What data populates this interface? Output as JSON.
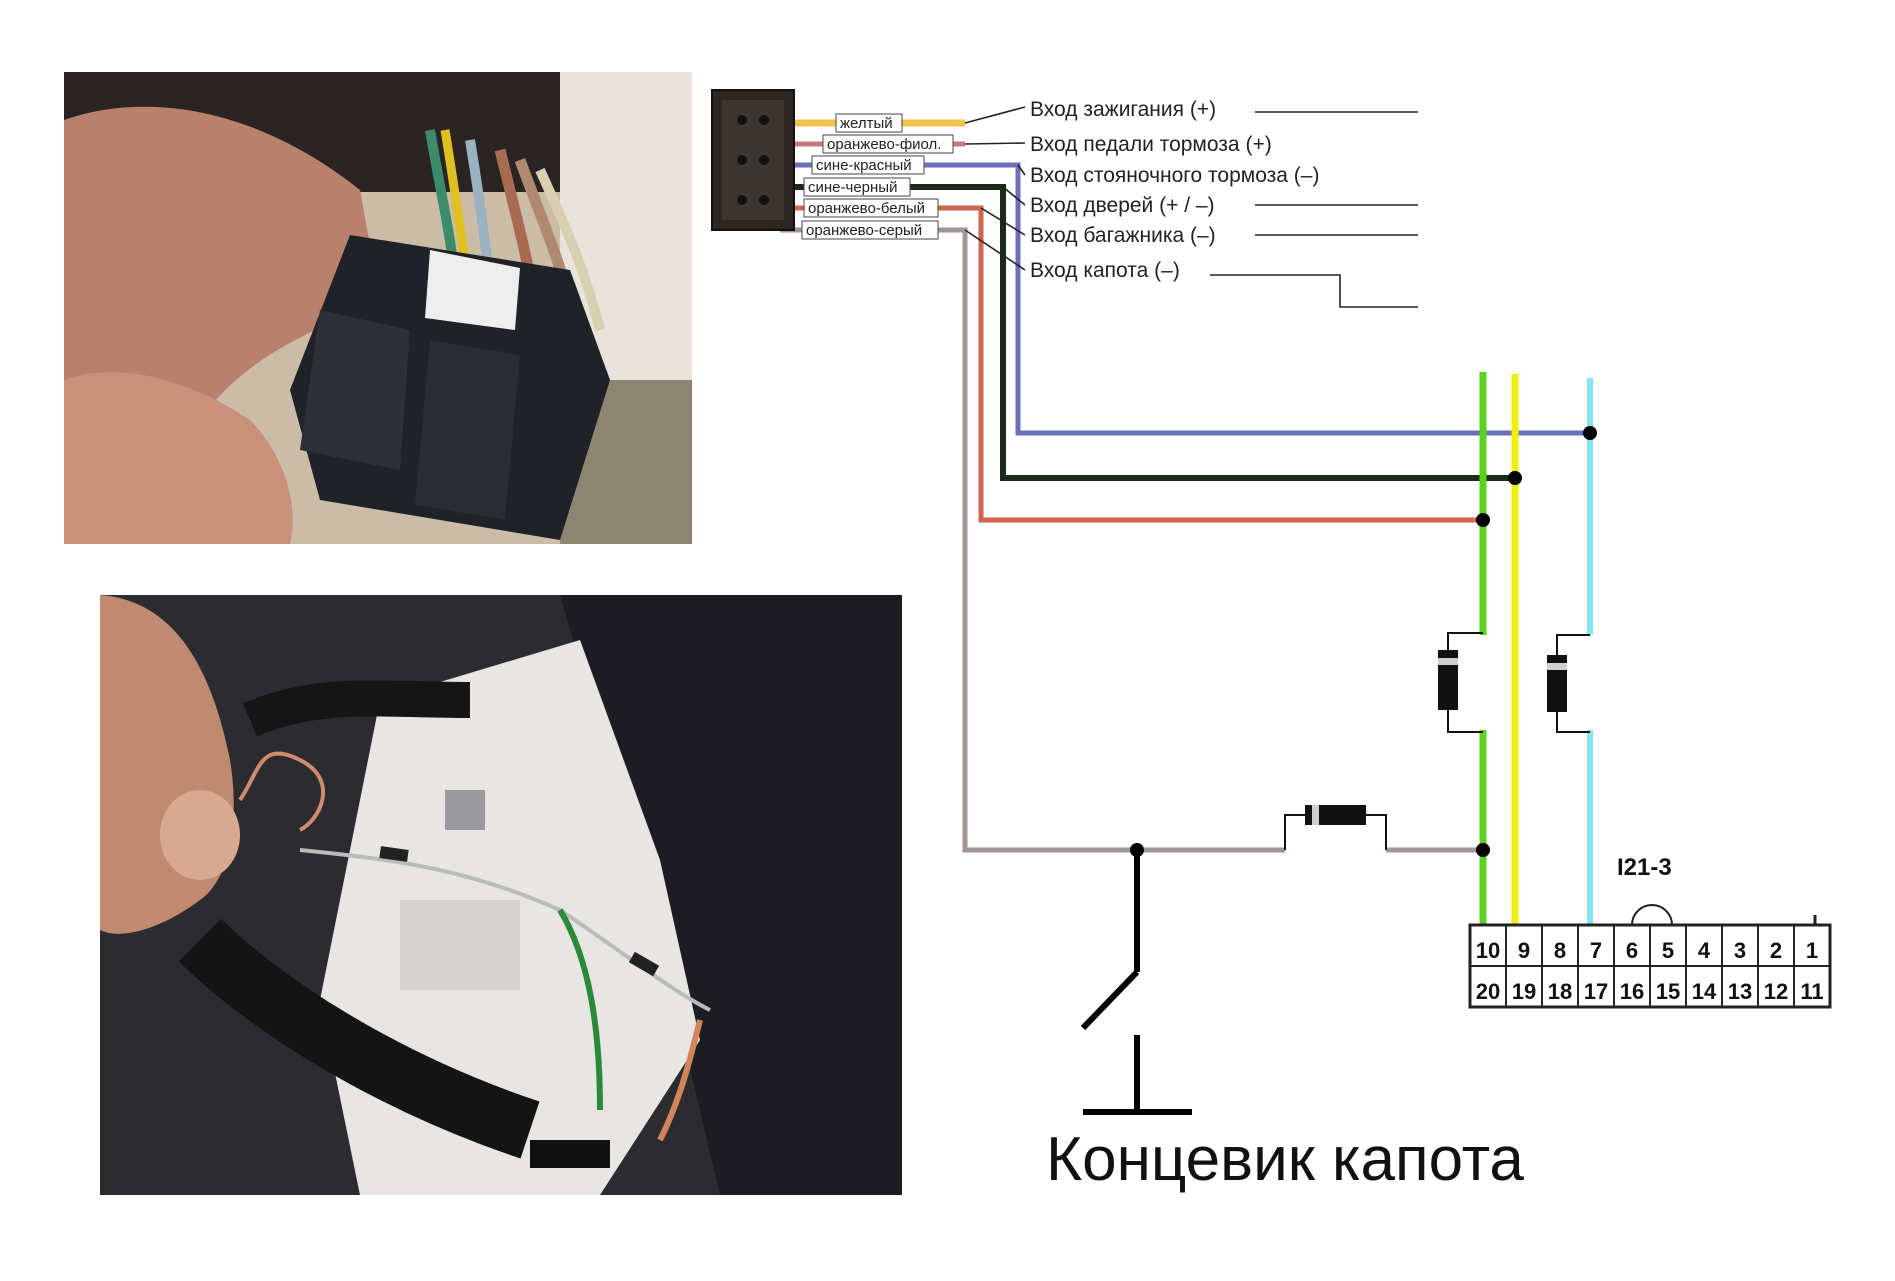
{
  "photos": [
    {
      "name": "connector-photo"
    },
    {
      "name": "wiring-photo"
    }
  ],
  "wire_labels": [
    "желтый",
    "оранжево-фиол.",
    "сине-красный",
    "сине-черный",
    "оранжево-белый",
    "оранжево-серый"
  ],
  "input_labels": [
    "Вход зажигания (+)",
    "Вход педали тормоза (+)",
    "Вход стояночного тормоза (–)",
    "Вход дверей (+ / –)",
    "Вход багажника (–)",
    "Вход капота (–)"
  ],
  "connector": {
    "title": "I21-3",
    "top_row": [
      "10",
      "9",
      "8",
      "7",
      "6",
      "5",
      "4",
      "3",
      "2",
      "1"
    ],
    "bottom_row": [
      "20",
      "19",
      "18",
      "17",
      "16",
      "15",
      "14",
      "13",
      "12",
      "11"
    ]
  },
  "switch_caption": "Концевик капота",
  "colors": {
    "yellow": "#f2c24c",
    "orange_violet": "#c4787a",
    "blue_red": "#6a6fb8",
    "blue_black": "#1c2a1c",
    "orange_white": "#d0654e",
    "orange_gray": "#a09696",
    "green": "#5ad21e",
    "bright_yellow": "#f2ee10",
    "cyan": "#7fe6f2"
  }
}
